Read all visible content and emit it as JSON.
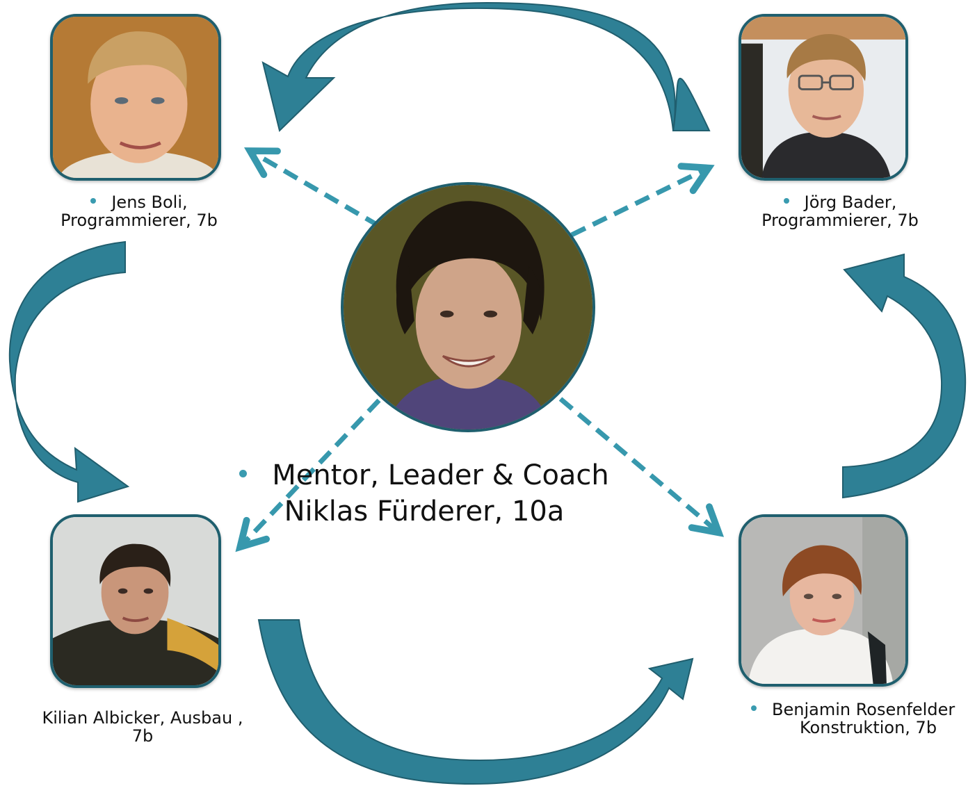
{
  "colors": {
    "arrow_fill": "#2e8095",
    "arrow_dark": "#205e6e",
    "dashed_arrow": "#3798ad",
    "frame": "#1f5f6e",
    "bullet": "#3a9bb0"
  },
  "members": {
    "top_left": {
      "line1": "Jens Boli,",
      "line2": "Programmierer, 7b"
    },
    "top_right": {
      "line1": "Jörg Bader,",
      "line2": "Programmierer, 7b"
    },
    "bottom_left": {
      "line1": "Kilian Albicker, Ausbau  ,",
      "line2": "7b"
    },
    "bottom_right": {
      "line1": "Benjamin Rosenfelder",
      "line2": "Konstruktion, 7b"
    }
  },
  "center": {
    "line1": "Mentor, Leader & Coach",
    "line2": "Niklas Fürderer, 10a"
  },
  "icons": {
    "cycle_arrows": "curved-arrow-icon",
    "links": "dashed-arrow-icon"
  }
}
